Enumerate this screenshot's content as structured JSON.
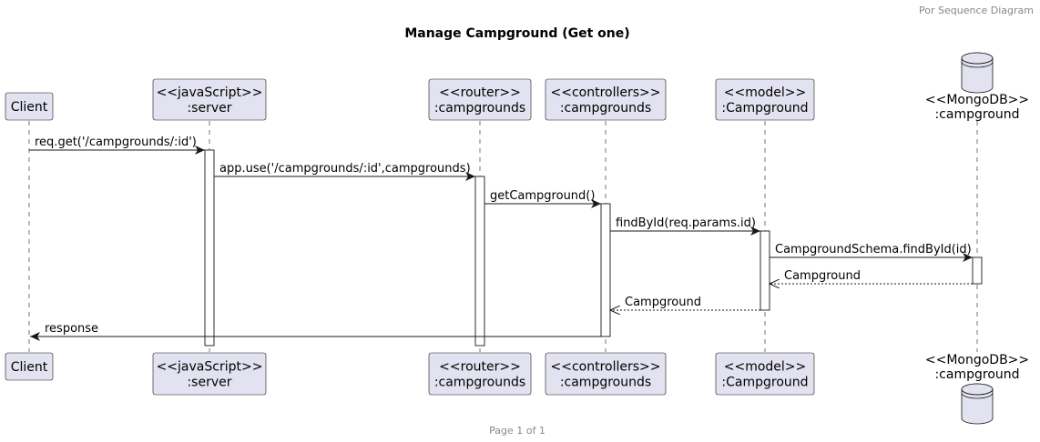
{
  "header": {
    "right_text": "Por Sequence Diagram"
  },
  "title": "Manage Campground (Get one)",
  "footer": {
    "page_text": "Page 1 of 1"
  },
  "participants": [
    {
      "id": "client",
      "lines": [
        "Client"
      ]
    },
    {
      "id": "server",
      "lines": [
        "<<javaScript>>",
        ":server"
      ]
    },
    {
      "id": "router",
      "lines": [
        "<<router>>",
        ":campgrounds"
      ]
    },
    {
      "id": "controllers",
      "lines": [
        "<<controllers>>",
        ":campgrounds"
      ]
    },
    {
      "id": "model",
      "lines": [
        "<<model>>",
        ":Campground"
      ]
    },
    {
      "id": "db",
      "lines": [
        "<<MongoDB>>",
        ":campground"
      ],
      "kind": "database-icon"
    }
  ],
  "messages": [
    {
      "from": "client",
      "to": "server",
      "label": "req.get('/campgrounds/:id')",
      "type": "call"
    },
    {
      "from": "server",
      "to": "router",
      "label": "app.use('/campgrounds/:id',campgrounds)",
      "type": "call"
    },
    {
      "from": "router",
      "to": "controllers",
      "label": "getCampground()",
      "type": "call"
    },
    {
      "from": "controllers",
      "to": "model",
      "label": "findById(req.params.id)",
      "type": "call"
    },
    {
      "from": "model",
      "to": "db",
      "label": "CampgroundSchema.findById(id)",
      "type": "call"
    },
    {
      "from": "db",
      "to": "model",
      "label": "Campground",
      "type": "return"
    },
    {
      "from": "model",
      "to": "controllers",
      "label": "Campground",
      "type": "return"
    },
    {
      "from": "controllers",
      "to": "client",
      "label": "response",
      "type": "call"
    }
  ],
  "colors": {
    "participant_fill": "#e2e2f0",
    "line": "#181818",
    "header_text": "#888888"
  }
}
